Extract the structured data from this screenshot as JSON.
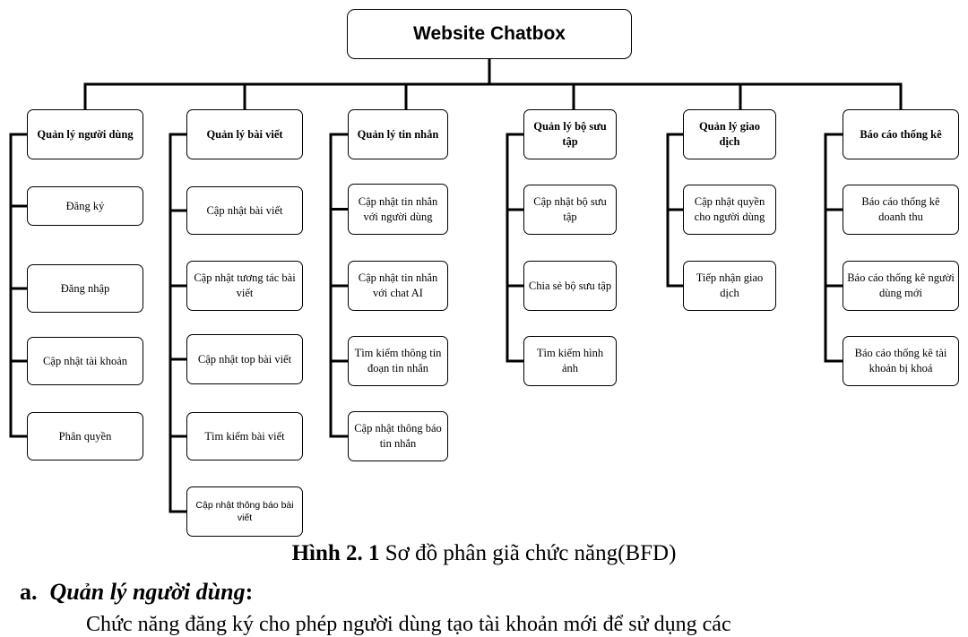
{
  "diagram": {
    "root": "Website Chatbox",
    "categories": [
      {
        "label": "Quản lý người dùng",
        "children": [
          "Đăng ký",
          "Đăng nhập",
          "Cập nhật tài khoản",
          "Phân quyền"
        ]
      },
      {
        "label": "Quản lý bài viết",
        "children": [
          "Cập nhật bài viết",
          "Cập nhật tương tác bài viết",
          "Cập nhật top bài viết",
          "Tìm kiếm bài viết",
          "Cập nhật thông báo bài viết"
        ]
      },
      {
        "label": "Quản lý tin nhắn",
        "children": [
          "Cập nhật tin nhắn với người dùng",
          "Cập nhật tin nhắn với chat AI",
          "Tìm kiếm thông tin đoạn tin nhắn",
          "Cập nhật thông báo tin nhắn"
        ]
      },
      {
        "label": "Quản lý bộ sưu tập",
        "children": [
          "Cập nhật bộ sưu tập",
          "Chia sẻ bộ sưu tập",
          "Tìm kiếm hình ảnh"
        ]
      },
      {
        "label": "Quản lý giao dịch",
        "children": [
          "Cập nhật quyền cho người dùng",
          "Tiếp nhận giao dịch"
        ]
      },
      {
        "label": "Báo cáo thống kê",
        "children": [
          "Báo cáo thống kê doanh thu",
          "Báo cáo thống kê người dùng mới",
          "Báo cáo thống kê tài khoản bị khoá"
        ]
      }
    ]
  },
  "caption": {
    "number": "Hình 2. 1",
    "text": "Sơ đồ phân giã chức năng(BFD)"
  },
  "section": {
    "number": "a.",
    "title": "Quản lý người dùng",
    "colon": ":"
  },
  "cut_text": "Chức năng đăng ký cho phép người dùng tạo tài khoản mới để sử dụng các"
}
